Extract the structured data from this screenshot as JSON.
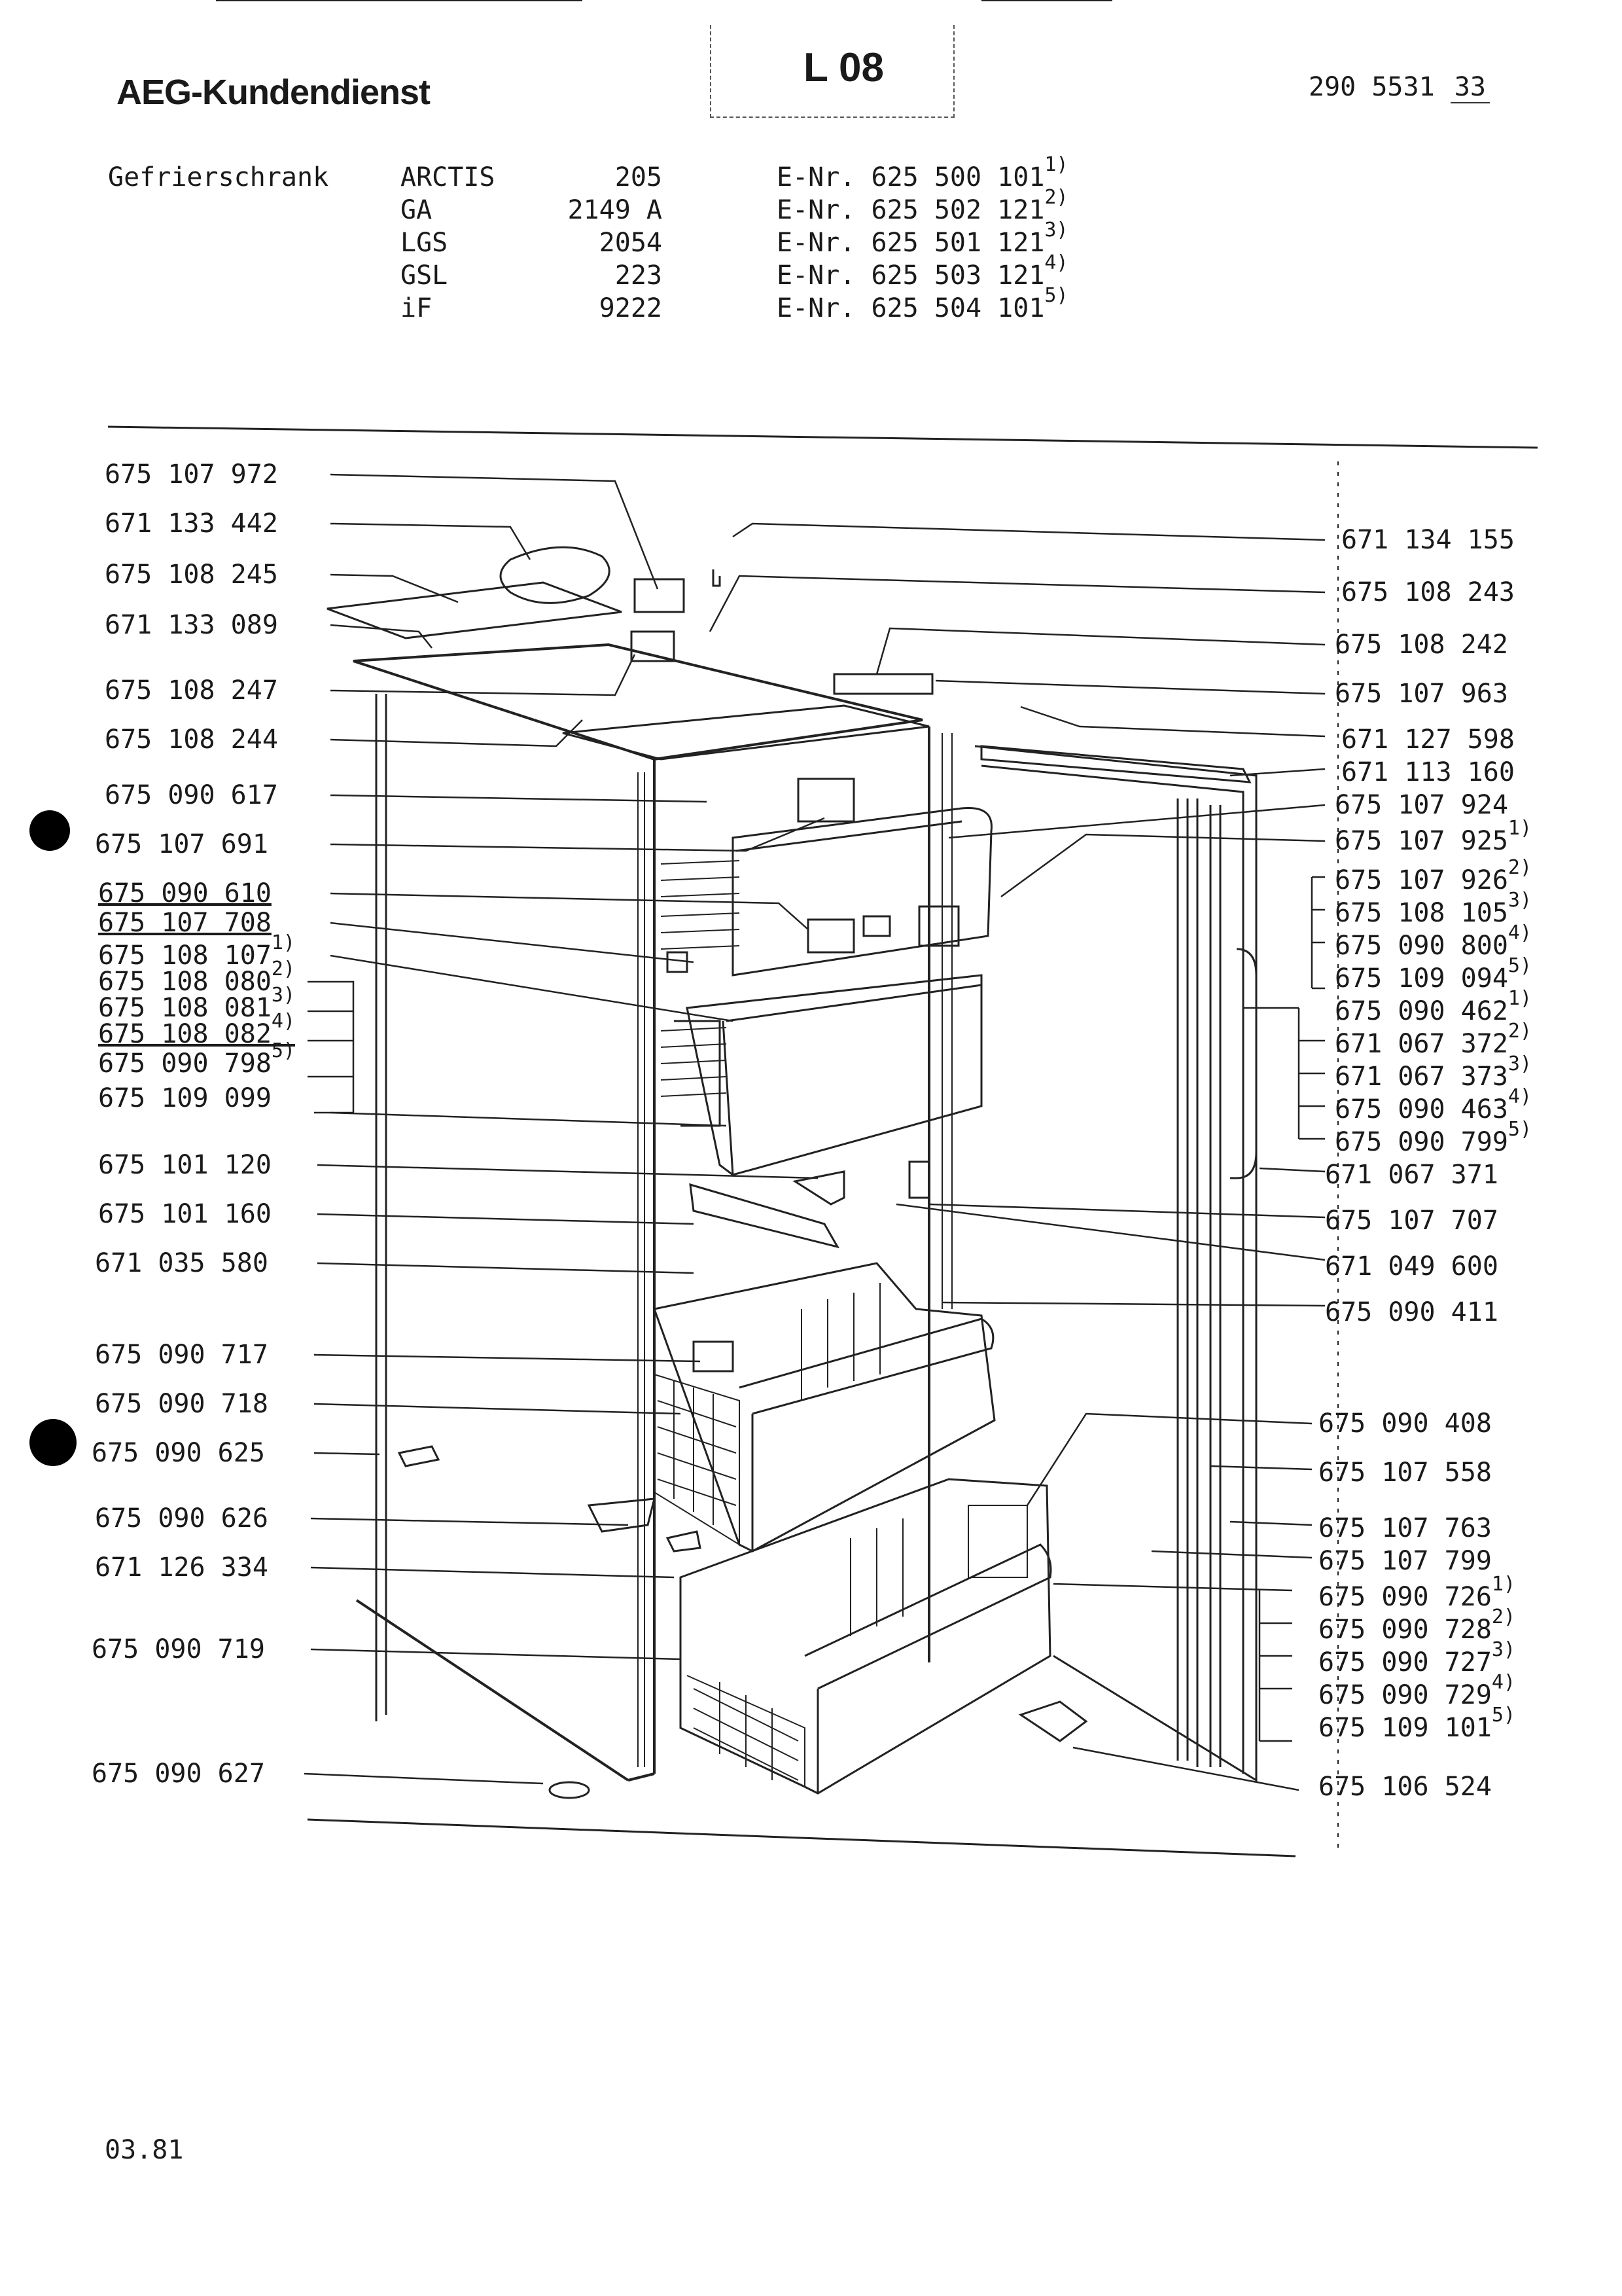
{
  "header": {
    "brand": "AEG-Kundendienst",
    "code": "L 08",
    "doc_number": "290 5531",
    "doc_suffix": "33"
  },
  "appliance": "Gefrierschrank",
  "models": [
    {
      "name": "ARCTIS",
      "model": "205",
      "enr": "E-Nr. 625 500 101",
      "fn": "1)"
    },
    {
      "name": "GA",
      "model": "2149 A",
      "enr": "E-Nr. 625 502 121",
      "fn": "2)"
    },
    {
      "name": "LGS",
      "model": "2054",
      "enr": "E-Nr. 625 501 121",
      "fn": "3)"
    },
    {
      "name": "GSL",
      "model": "223",
      "enr": "E-Nr. 625 503 121",
      "fn": "4)"
    },
    {
      "name": "iF",
      "model": "9222",
      "enr": "E-Nr. 625 504 101",
      "fn": "5)"
    }
  ],
  "left_parts": [
    {
      "no": "675 107 972"
    },
    {
      "no": "671 133 442"
    },
    {
      "no": "675 108 245"
    },
    {
      "no": "671 133 089"
    },
    {
      "no": "675 108 247"
    },
    {
      "no": "675 108 244"
    },
    {
      "no": "675 090 617"
    },
    {
      "no": "675 107 691"
    },
    {
      "no": "675 090 610"
    },
    {
      "no": "675 107 708"
    },
    {
      "no": "675 108 107",
      "fn": "1)"
    },
    {
      "no": "675 108 080",
      "fn": "2)"
    },
    {
      "no": "675 108 081",
      "fn": "3)"
    },
    {
      "no": "675 108 082",
      "fn": "4)"
    },
    {
      "no": "675 090 798",
      "fn": "5)"
    },
    {
      "no": "675 109 099"
    },
    {
      "no": "675 101 120"
    },
    {
      "no": "675 101 160"
    },
    {
      "no": "671 035 580"
    },
    {
      "no": "675 090 717"
    },
    {
      "no": "675 090 718"
    },
    {
      "no": "675 090 625"
    },
    {
      "no": "675 090 626"
    },
    {
      "no": "671 126 334"
    },
    {
      "no": "675 090 719"
    },
    {
      "no": "675 090 627"
    }
  ],
  "right_parts": [
    {
      "no": "671 134 155"
    },
    {
      "no": "675 108 243"
    },
    {
      "no": "675 108 242"
    },
    {
      "no": "675 107 963"
    },
    {
      "no": "671 127 598"
    },
    {
      "no": "671 113 160"
    },
    {
      "no": "675 107 924"
    },
    {
      "no": "675 107 925",
      "fn": "1)"
    },
    {
      "no": "675 107 926",
      "fn": "2)"
    },
    {
      "no": "675 108 105",
      "fn": "3)"
    },
    {
      "no": "675 090 800",
      "fn": "4)"
    },
    {
      "no": "675 109 094",
      "fn": "5)"
    },
    {
      "no": "675 090 462",
      "fn": "1)"
    },
    {
      "no": "671 067 372",
      "fn": "2)"
    },
    {
      "no": "671 067 373",
      "fn": "3)"
    },
    {
      "no": "675 090 463",
      "fn": "4)"
    },
    {
      "no": "675 090 799",
      "fn": "5)"
    },
    {
      "no": "671 067 371"
    },
    {
      "no": "675 107 707"
    },
    {
      "no": "671 049 600"
    },
    {
      "no": "675 090 411"
    },
    {
      "no": "675 090 408"
    },
    {
      "no": "675 107 558"
    },
    {
      "no": "675 107 763"
    },
    {
      "no": "675 107 799"
    },
    {
      "no": "675 090 726",
      "fn": "1)"
    },
    {
      "no": "675 090 728",
      "fn": "2)"
    },
    {
      "no": "675 090 727",
      "fn": "3)"
    },
    {
      "no": "675 090 729",
      "fn": "4)"
    },
    {
      "no": "675 109 101",
      "fn": "5)"
    },
    {
      "no": "675 106 524"
    }
  ],
  "date": "03.81"
}
